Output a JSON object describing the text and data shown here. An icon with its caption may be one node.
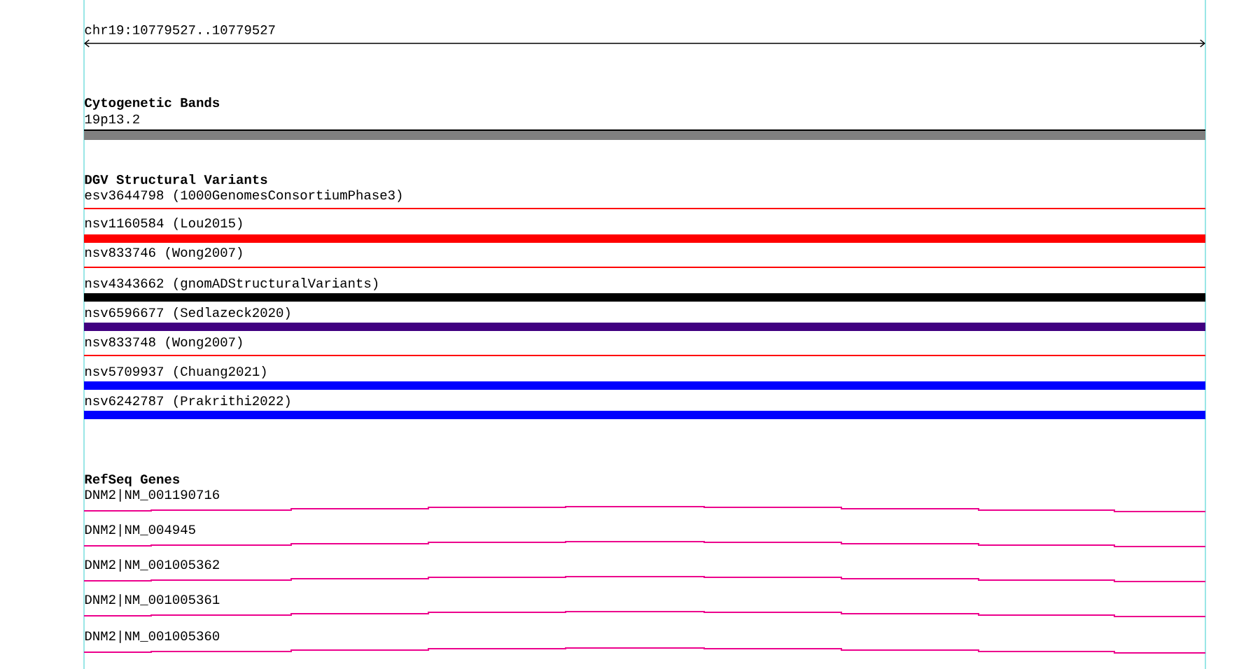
{
  "diagram": {
    "nodes": [
      {
        "text": [
          "19p13.2"
        ]
      },
      {
        "text": [
          "esv3644798 (1000GenomesConsortiumPhase3)"
        ]
      },
      {
        "text": [
          "nsv1160584 (Lou2015)"
        ]
      },
      {
        "text": [
          "nsv833746 (Wong2007)"
        ]
      },
      {
        "text": [
          "nsv4343662 (gnomADStructuralVariants)"
        ]
      },
      {
        "text": [
          "nsv6596677 (Sedlazeck2020)"
        ]
      },
      {
        "text": [
          "nsv833748 (Wong2007)"
        ]
      },
      {
        "text": [
          "nsv5709937 (Chuang2021)"
        ]
      },
      {
        "text": [
          "nsv6242787 (Prakrithi2022)"
        ]
      },
      {
        "text": [
          "DNM2|NM_001190716"
        ]
      },
      {
        "text": [
          "DNM2|NM_004945"
        ]
      },
      {
        "text": [
          "DNM2|NM_001005362"
        ]
      },
      {
        "text": [
          "DNM2|NM_001005361"
        ]
      },
      {
        "text": [
          "DNM2|NM_001005360"
        ]
      }
    ],
    "labels": [
      "chr19:10779527..10779527",
      "Cytogenetic Bands",
      "DGV Structural Variants",
      "RefSeq Genes"
    ]
  }
}
